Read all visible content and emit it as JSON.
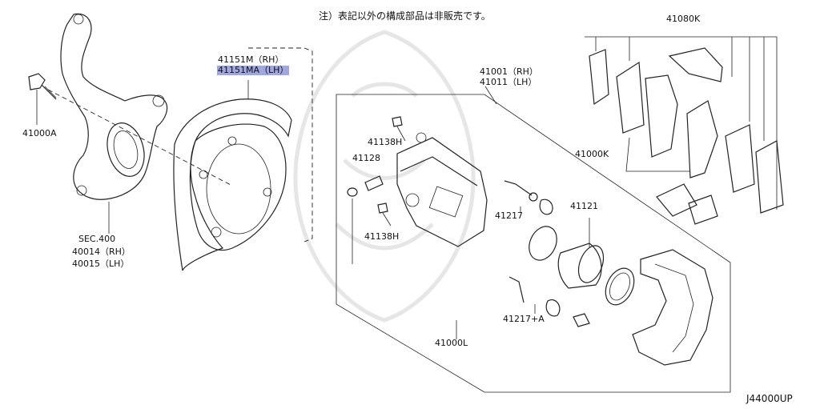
{
  "note": "注）表記以外の構成部品は非販売です。",
  "diagram_code": "J44000UP",
  "highlight_color": "#9fa6e0",
  "labels": {
    "bolt": "41000A",
    "knuckle_sec": "SEC.400",
    "knuckle_rh": "40014（RH）",
    "knuckle_lh": "40015（LH）",
    "plate_rh": "41151M（RH）",
    "plate_lh": "41151MA（LH）",
    "caliper_rh": "41001（RH）",
    "caliper_lh": "41011（LH）",
    "bleeder_top": "41138H",
    "bleeder_screw": "41128",
    "bleeder_bottom": "41138H",
    "pin_upper": "41217",
    "piston": "41121",
    "pin_lower": "41217+A",
    "caliper_kit": "41000L",
    "pad_kit": "41080K",
    "pad_set": "41000K"
  }
}
